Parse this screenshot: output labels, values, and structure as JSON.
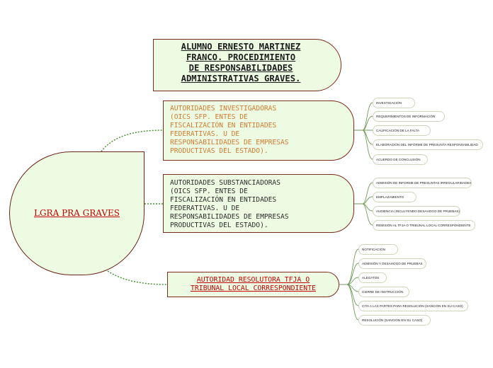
{
  "title": "ALUMNO ERNESTO MARTINEZ FRANCO. PROCEDIMIENTO DE RESPONSABILIDADES ADMINISTRATIVAS GRAVES.",
  "title_lines": [
    "ALUMNO ERNESTO MARTINEZ",
    "FRANCO. PROCEDIMIENTO",
    "DE RESPONSABILIDADES",
    "ADMINISTRATIVAS GRAVES."
  ],
  "root": {
    "label": "LGRA PRA GRAVES"
  },
  "branches": [
    {
      "label": "AUTORIDADES INVESTIGADORAS (OICS SFP. ENTES DE FISCALIZACIÓN EN ENTIDADES FEDERATIVAS. U DE RESPONSABILIDADES DE EMPRESAS PRODUCTIVAS DEL ESTADO).",
      "lines": "AUTORIDADES INVESTIGADORAS\n(OICS SFP. ENTES DE\nFISCALIZACIÓN EN ENTIDADES\nFEDERATIVAS. U DE\nRESPONSABILIDADES DE EMPRESAS\nPRODUCTIVAS DEL ESTADO).",
      "children": [
        "INVESTIGACIÓN",
        "REQUERIMIENTOS DE INFORMACIÓN",
        "CALIFICACIÓN DE LA FALTA",
        "ELABORACIÓN DEL INFORME DE PRESUNTA RESPONSABILIDAD",
        "ACUERDO DE CONCLUSIÓN"
      ]
    },
    {
      "label": "AUTORIDADES SUBSTANCIADORAS (OICS SFP. ENTES DE FISCALIZACIÓN EN ENTIDADES FEDERATIVAS. U DE RESPONSABILIDADES DE EMPRESAS PRODUCTIVAS DEL ESTADO).",
      "lines": "AUTORIDADES SUBSTANCIADORAS\n(OICS SFP. ENTES DE\nFISCALIZACIÓN EN ENTIDADES\nFEDERATIVAS. U DE\nRESPONSABILIDADES DE EMPRESAS\nPRODUCTIVAS DEL ESTADO).",
      "children": [
        "ADMISIÓN DE INFORME DE PRESUNTAS IRREGULARIDADES",
        "EMPLAZAMIENTO",
        "AUDIENCIA (INCLUYENDO DESAHOGO DE PRUEBAS)",
        "REMISIÓN AL TFJA O TRIBUNAL LOCAL CORRESPONDIENTE"
      ]
    },
    {
      "label": "AUTORIDAD RESOLUTORA TFJA O TRIBUNAL LOCAL CORRESPONDIENTE",
      "lines": "AUTORIDAD RESOLUTORA TFJA O\nTRIBUNAL LOCAL CORRESPONDIENTE",
      "children": [
        "NOTIFICACIÓN",
        "ADMISIÓN Y DESAHOGO DE PRUEBAS",
        "ALEGATOS",
        "CIERRE DE INSTRUCCIÓN",
        "CITA A LAS PARTES PARA RESOLUCIÓN (SANCIÓN EN SU CASO)",
        "RESOLUCIÓN (SANCIÓN EN SU CASO)"
      ]
    }
  ]
}
